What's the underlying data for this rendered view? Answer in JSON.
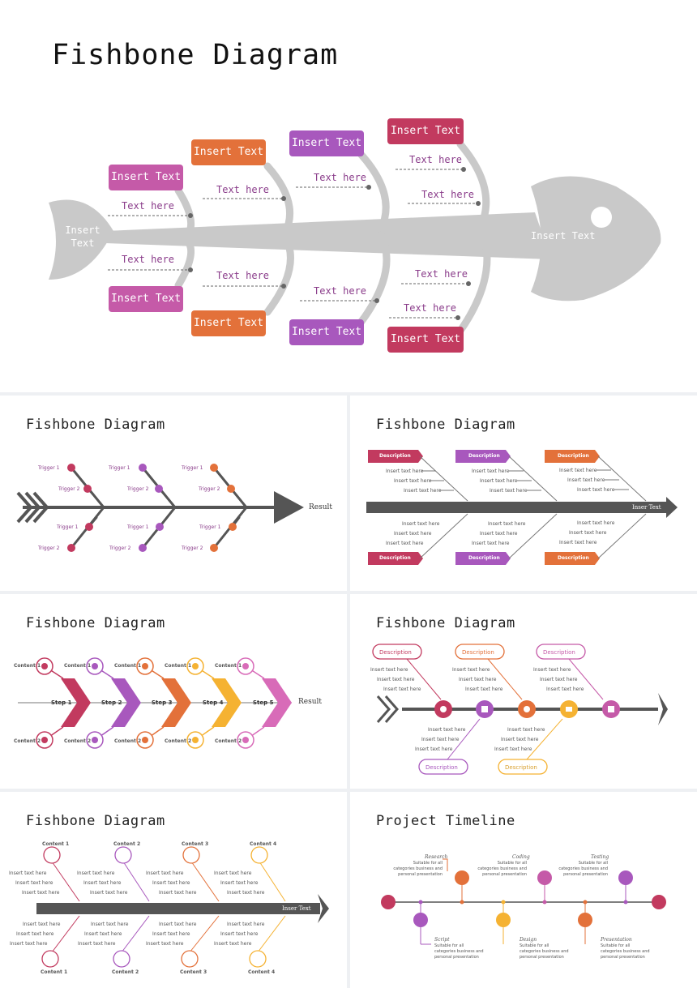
{
  "hero": {
    "title": "Fishbone Diagram",
    "tail_label": "Insert\nText",
    "head_label": "Insert Text",
    "boxes": [
      "Insert Text",
      "Insert Text",
      "Insert Text",
      "Insert Text",
      "Insert Text",
      "Insert Text",
      "Insert Text",
      "Insert Text"
    ],
    "notes": [
      "Text here",
      "Text here",
      "Text here",
      "Text here",
      "Text here",
      "Text here",
      "Text here",
      "Text here",
      "Text here",
      "Text here"
    ],
    "colors": {
      "pink": "#c55aa8",
      "orange": "#e3713a",
      "purple": "#a858bd",
      "crimson": "#c23a5f",
      "fish": "#c9c9c9"
    }
  },
  "slide1": {
    "title": "Fishbone Diagram",
    "result": "Result",
    "triggers": [
      "Trigger 1",
      "Trigger 2",
      "Trigger 1",
      "Trigger 2",
      "Trigger 1",
      "Trigger 2",
      "Trigger 1",
      "Trigger 2",
      "Trigger 1",
      "Trigger 2",
      "Trigger 1",
      "Trigger 2"
    ]
  },
  "slide2": {
    "title": "Fishbone Diagram",
    "arrow_label": "Inser Text",
    "descriptions": [
      "Description",
      "Description",
      "Description",
      "Description",
      "Description",
      "Description"
    ],
    "lines": "Insert text here"
  },
  "slide3": {
    "title": "Fishbone Diagram",
    "steps": [
      "Step 1",
      "Step 2",
      "Step 3",
      "Step 4",
      "Step 5"
    ],
    "result": "Result",
    "content1": "Content 1",
    "content2": "Content 2"
  },
  "slide4": {
    "title": "Fishbone Diagram",
    "descriptions": [
      "Description",
      "Description",
      "Description",
      "Description",
      "Description"
    ],
    "lines": "Insert text here"
  },
  "slide5": {
    "title": "Fishbone Diagram",
    "arrow_label": "Inser Text",
    "contents": [
      "Content 1",
      "Content 2",
      "Content 3",
      "Content 4",
      "Content 1",
      "Content 2",
      "Content 3",
      "Content 4"
    ],
    "lines": "Insert text here"
  },
  "slide6": {
    "title": "Project Timeline",
    "phases": [
      "Research",
      "Coding",
      "Testing",
      "Script",
      "Design",
      "Presentation"
    ],
    "desc": "Suitable for all categories business and personal presentation"
  }
}
